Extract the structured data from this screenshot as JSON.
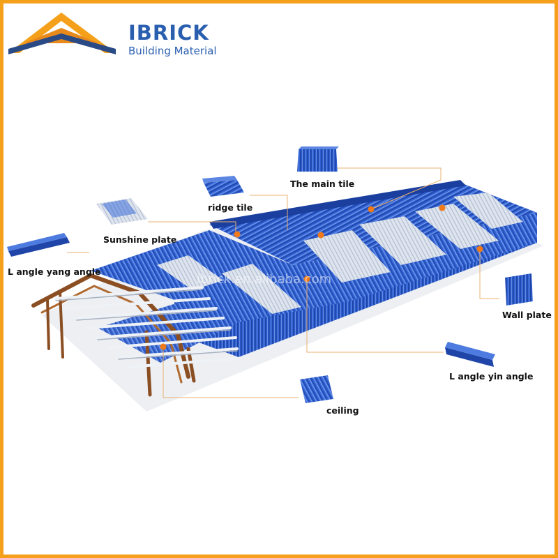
{
  "brand": {
    "name": "IBRICK",
    "subtitle": "Building Material",
    "accent_color": "#f5a01a",
    "brand_color": "#2a5fb0"
  },
  "watermark": "ibrick.en.alibaba.com",
  "labels": {
    "main_tile": "The main tile",
    "ridge_tile": "ridge tile",
    "sunshine_plate": "Sunshine plate",
    "l_angle_yang": "L angle yang angle",
    "wall_plate": "Wall plate",
    "l_angle_yin": "L angle yin  angle",
    "ceiling": "ceiling"
  },
  "colors": {
    "tile_blue": "#2f5fd0",
    "tile_dark": "#1f45a8",
    "skylight": "#d4dbe6",
    "steel_frame": "#8a4e22",
    "callout_dot": "#f07a1a",
    "leader_line": "#e8b070"
  }
}
